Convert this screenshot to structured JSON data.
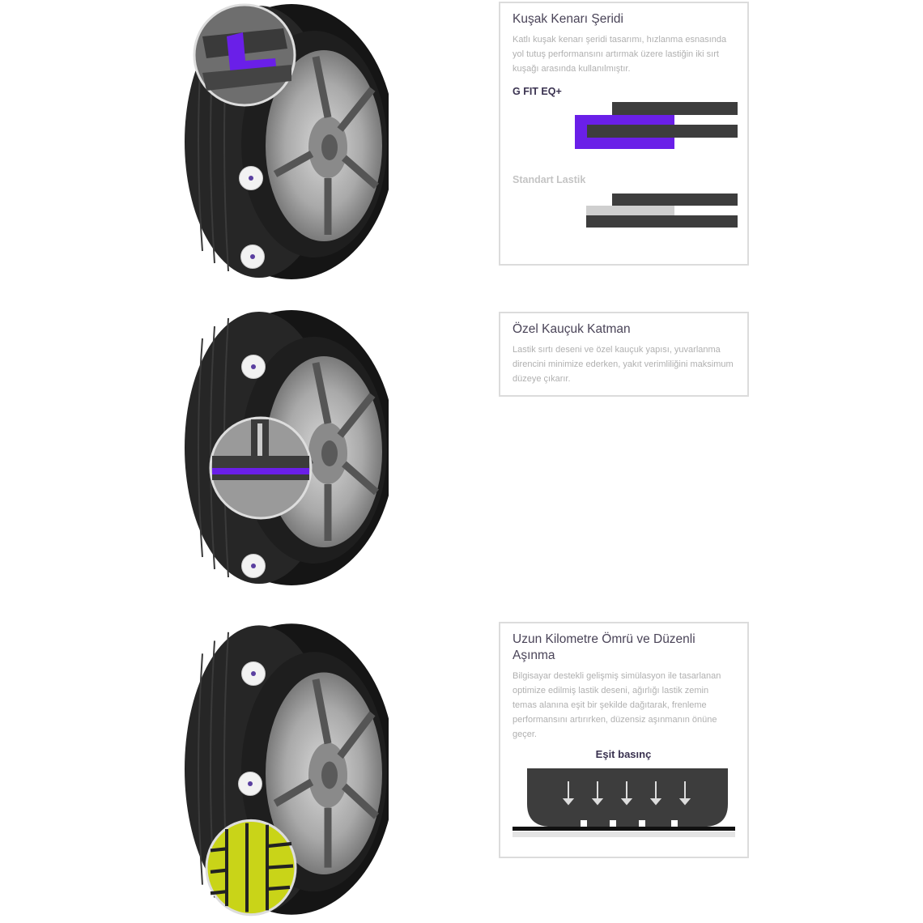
{
  "features": [
    {
      "title": "Kuşak Kenarı Şeridi",
      "description": "Katlı kuşak kenarı şeridi tasarımı, hızlanma esnasında yol tutuş performansını artırmak üzere lastiğin iki sırt kuşağı arasında kullanılmıştır.",
      "label_product": "G FIT EQ+",
      "label_standard": "Standart Lastik"
    },
    {
      "title": "Özel Kauçuk Katman",
      "description": "Lastik sırtı deseni ve özel kauçuk yapısı, yuvarlanma direncini minimize ederken, yakıt verimliliğini maksimum düzeye çıkarır."
    },
    {
      "title": "Uzun Kilometre Ömrü ve Düzenli Aşınma",
      "description": "Bilgisayar destekli gelişmiş simülasyon ile tasarlanan optimize edilmiş lastik deseni, ağırlığı lastik zemin temas alanına eşit bir şekilde dağıtarak, frenleme performansını artırırken, düzensiz aşınmanın önüne geçer.",
      "diagram_label": "Eşit basınç"
    }
  ],
  "colors": {
    "accent": "#6a1fe8",
    "dark": "#3d3d3d",
    "tread_highlight": "#d6e21a"
  }
}
